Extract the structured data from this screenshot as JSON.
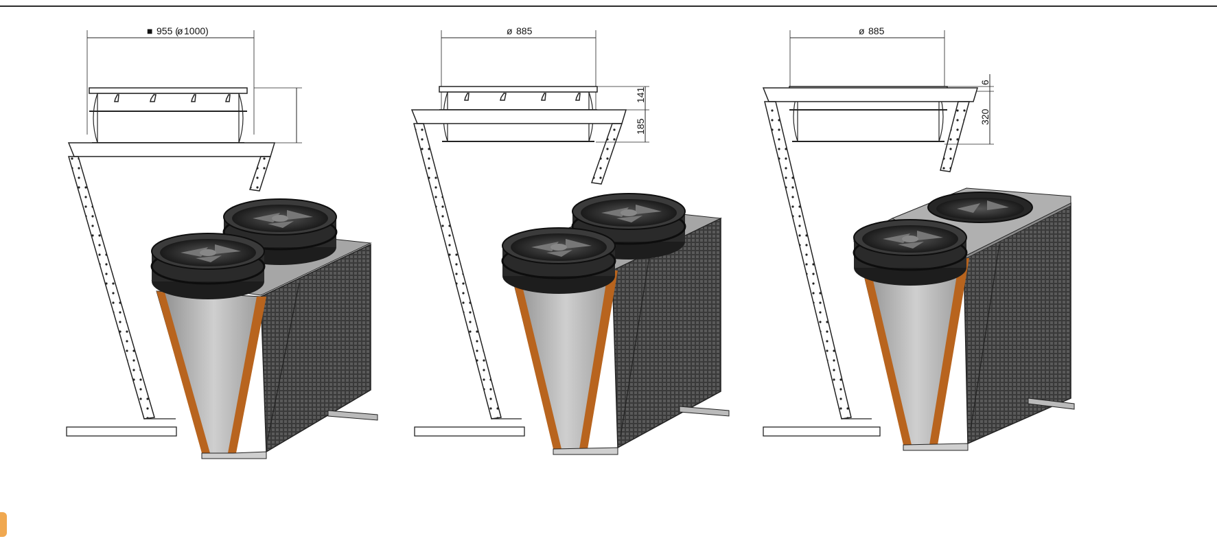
{
  "colors": {
    "outline": "#1b1b1b",
    "coil_dark": "#3c3c3c",
    "panel_light": "#d4d4d4",
    "panel_mid": "#9a9a9a",
    "frame_orange": "#b8641e",
    "fan_dark": "#262626",
    "accent_tab": "#f0a850"
  },
  "views": [
    {
      "id": "view-1",
      "top_width_label": "955 (",
      "top_width_symbol": "■",
      "diameter_symbol": "ø",
      "alt_label": "1000)",
      "height_labels": []
    },
    {
      "id": "view-2",
      "top_width_symbol": "ø",
      "top_width_label": "885",
      "height_labels": [
        "141",
        "185"
      ]
    },
    {
      "id": "view-3",
      "top_width_symbol": "ø",
      "top_width_label": "885",
      "height_labels": [
        "6",
        "320"
      ]
    }
  ]
}
